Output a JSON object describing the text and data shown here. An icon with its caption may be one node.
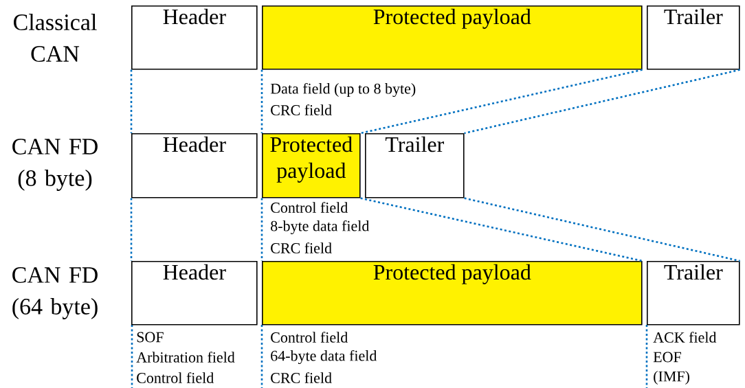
{
  "diagram": {
    "nodes": [
      {
        "text": [
          "Header"
        ]
      },
      {
        "text": [
          "Protected payload"
        ],
        "beside": [
          "Data field (up to 8 byte)",
          "CRC field"
        ]
      },
      {
        "text": [
          "Trailer"
        ]
      },
      {
        "text": [
          "Header"
        ]
      },
      {
        "text": [
          "Protected payload"
        ],
        "beside": [
          "Control field",
          "8-byte data field",
          "CRC field"
        ]
      },
      {
        "text": [
          "Trailer"
        ]
      },
      {
        "text": [
          "Header"
        ],
        "beside": [
          "SOF",
          "Arbitration field",
          "Control field"
        ]
      },
      {
        "text": [
          "Protected payload"
        ],
        "beside": [
          "Control field",
          "64-byte data field",
          "CRC field"
        ]
      },
      {
        "text": [
          "Trailer"
        ],
        "beside": [
          "ACK field",
          "EOF",
          "(IMF)"
        ]
      }
    ],
    "edges": [
      {
        "from": 0,
        "to": 3,
        "arrow": "none",
        "style": "dashed"
      },
      {
        "from": 1,
        "to": 4,
        "arrow": "none",
        "style": "dashed"
      },
      {
        "from": 1,
        "to": 4,
        "arrow": "none",
        "style": "dashed"
      },
      {
        "from": 2,
        "to": 5,
        "arrow": "none",
        "style": "dashed"
      },
      {
        "from": 3,
        "to": 6,
        "arrow": "none",
        "style": "dashed"
      },
      {
        "from": 4,
        "to": 7,
        "arrow": "none",
        "style": "dashed"
      },
      {
        "from": 4,
        "to": 7,
        "arrow": "none",
        "style": "dashed"
      },
      {
        "from": 5,
        "to": 8,
        "arrow": "none",
        "style": "dashed"
      }
    ],
    "labels": [
      "Classical CAN",
      "CAN FD (8 byte)",
      "CAN FD (64 byte)"
    ]
  }
}
